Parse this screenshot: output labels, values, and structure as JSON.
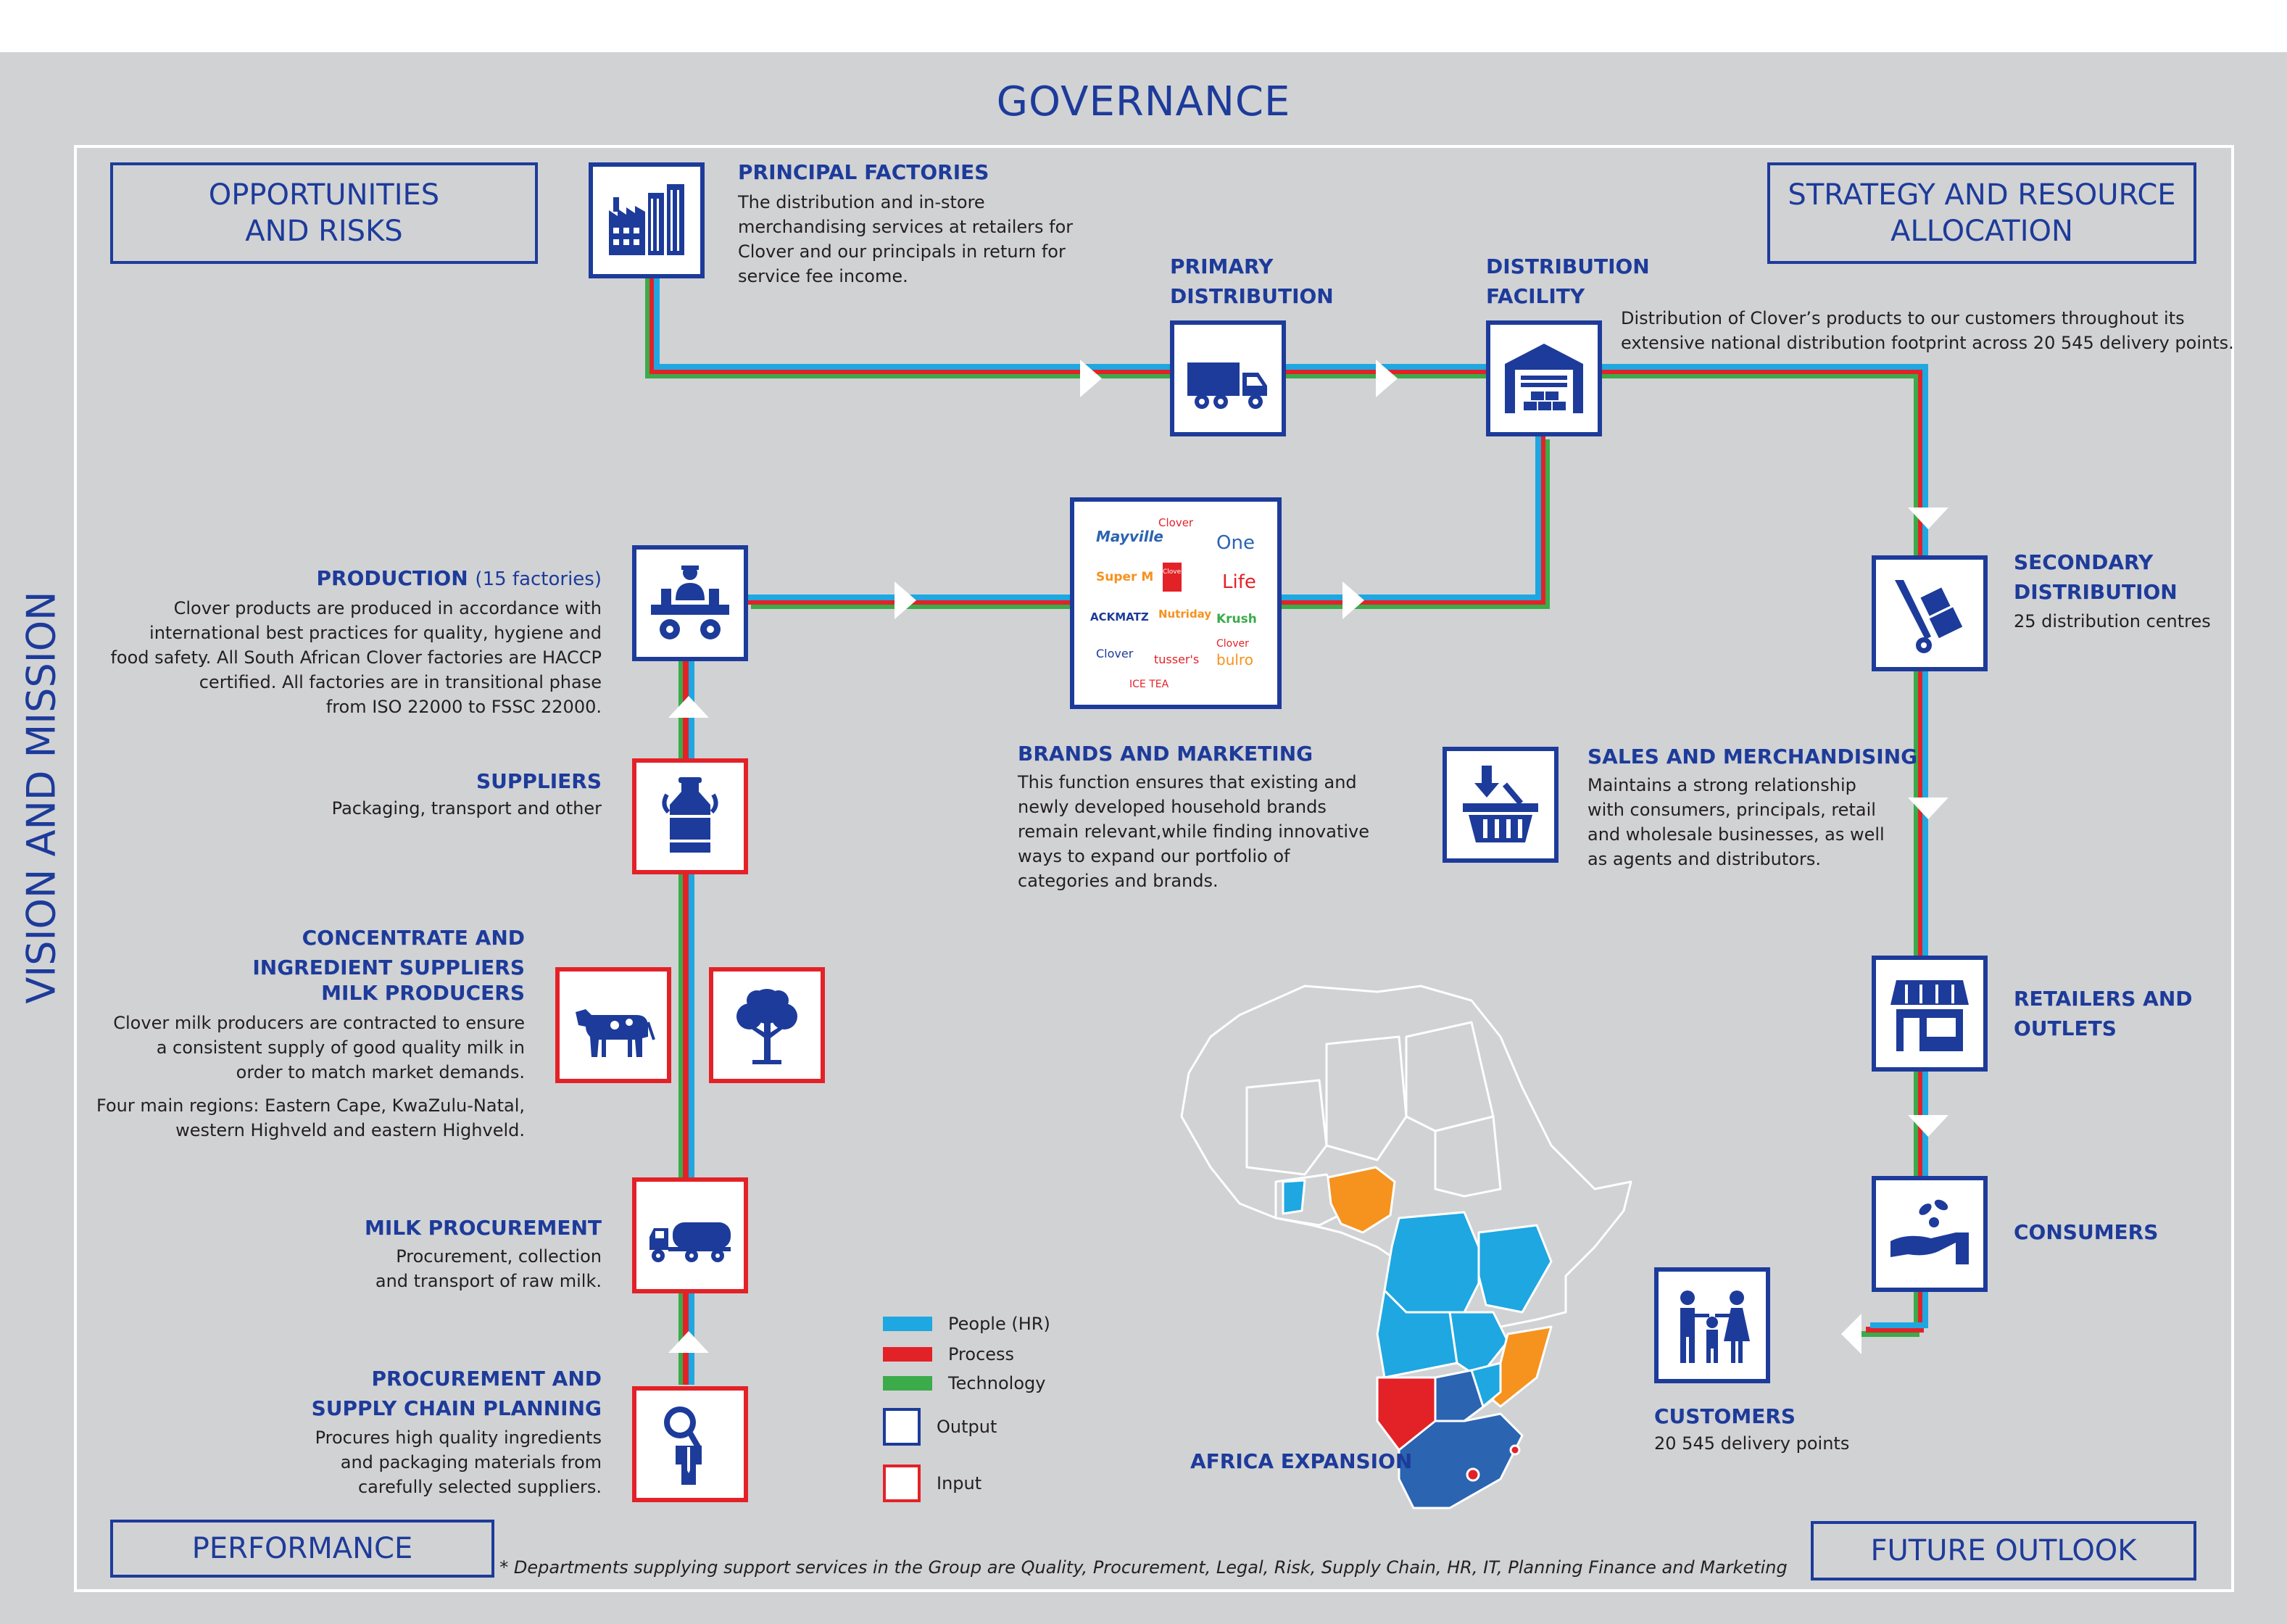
{
  "header": {
    "title": "GOVERNANCE"
  },
  "side_label": "VISION AND MISSION",
  "corners": {
    "top_left": [
      "OPPORTUNITIES",
      "AND RISKS"
    ],
    "top_right": [
      "STRATEGY AND RESOURCE",
      "ALLOCATION"
    ],
    "bottom_left": "PERFORMANCE",
    "bottom_right": "FUTURE OUTLOOK"
  },
  "stages": {
    "principal_factories": {
      "title": "PRINCIPAL FACTORIES",
      "desc": [
        "The distribution and in-store",
        "merchandising services at retailers for",
        "Clover and our principals in return for",
        "service fee income."
      ]
    },
    "primary_distribution": {
      "title": [
        "PRIMARY",
        "DISTRIBUTION"
      ]
    },
    "distribution_facility": {
      "title": [
        "DISTRIBUTION",
        "FACILITY"
      ],
      "desc": [
        "Distribution of Clover’s products to our customers throughout its",
        "extensive national distribution footprint across 20 545 delivery points."
      ]
    },
    "production": {
      "title": "PRODUCTION",
      "title_suffix": "(15 factories)",
      "desc": [
        "Clover products are produced in accordance with",
        "international best practices for quality, hygiene and",
        "food safety. All South African Clover factories are HACCP",
        "certified. All factories are in transitional phase",
        "from ISO 22000 to FSSC 22000."
      ]
    },
    "suppliers": {
      "title": "SUPPLIERS",
      "desc": "Packaging, transport and other"
    },
    "concentrate": {
      "title": [
        "CONCENTRATE AND",
        "INGREDIENT SUPPLIERS"
      ]
    },
    "milk_producers": {
      "title": "MILK PRODUCERS",
      "desc": [
        "Clover milk producers are contracted to ensure",
        "a consistent supply of good quality milk in",
        "order to match market demands."
      ],
      "desc2": [
        "Four main regions: Eastern Cape, KwaZulu-Natal,",
        "western Highveld and eastern Highveld."
      ]
    },
    "milk_procurement": {
      "title": "MILK PROCUREMENT",
      "desc": [
        "Procurement, collection",
        "and transport of raw milk."
      ]
    },
    "procurement_planning": {
      "title": [
        "PROCUREMENT AND",
        "SUPPLY CHAIN PLANNING"
      ],
      "desc": [
        "Procures high quality ingredients",
        "and packaging materials from",
        "carefully selected suppliers."
      ]
    },
    "brands": {
      "title": "BRANDS AND MARKETING",
      "desc": [
        "This function ensures that existing and",
        "newly developed household brands",
        "remain relevant,while finding innovative",
        "ways to expand our portfolio of",
        "categories and brands."
      ],
      "logos": [
        "Mayville",
        "Clover",
        "One",
        "Super M",
        "Clover",
        "Life",
        "ACKMATZ",
        "Nutriday",
        "Krush",
        "Clover",
        "tusser's",
        "bulro",
        "Clover",
        "ICE TEA"
      ]
    },
    "secondary_distribution": {
      "title": [
        "SECONDARY",
        "DISTRIBUTION"
      ],
      "desc": "25 distribution centres"
    },
    "sales": {
      "title": "SALES AND MERCHANDISING",
      "desc": [
        "Maintains a strong relationship",
        "with consumers, principals, retail",
        "and wholesale businesses, as well",
        "as agents and distributors."
      ]
    },
    "retailers": {
      "title": [
        "RETAILERS AND",
        "OUTLETS"
      ]
    },
    "consumers": {
      "title": "CONSUMERS"
    },
    "customers": {
      "title": "CUSTOMERS",
      "desc": "20 545 delivery points"
    }
  },
  "map": {
    "title": "AFRICA EXPANSION"
  },
  "legend": {
    "items": [
      {
        "label": "People (HR)",
        "color": "#1ea7e1"
      },
      {
        "label": "Process",
        "color": "#e32228"
      },
      {
        "label": "Technology",
        "color": "#3cab4a"
      }
    ],
    "output": "Output",
    "input": "Input"
  },
  "colors": {
    "brand_blue": "#1d3b9a",
    "map_light_blue": "#1ea7e1",
    "map_dark_blue": "#2b64b1",
    "map_orange": "#f6921e",
    "map_red": "#e32228"
  },
  "footnote": "* Departments supplying support services in the Group are Quality, Procurement, Legal, Risk, Supply Chain, HR, IT, Planning Finance and Marketing"
}
